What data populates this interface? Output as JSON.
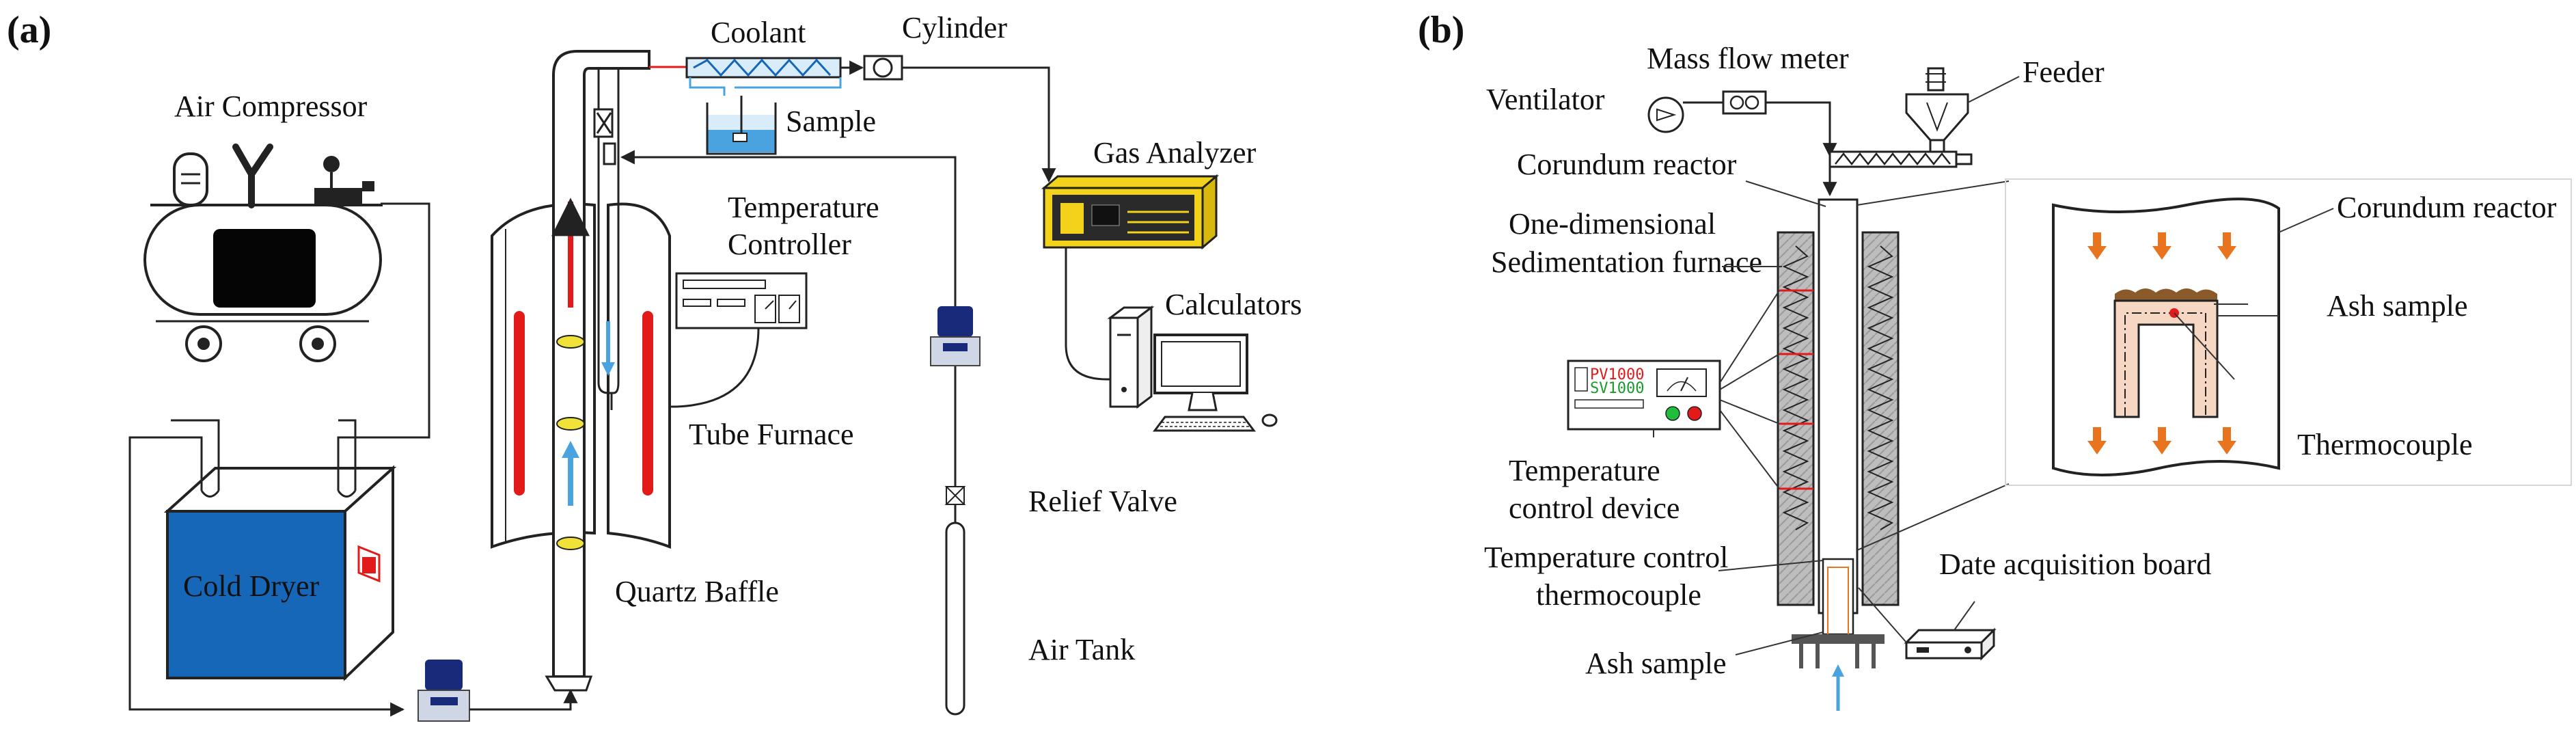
{
  "panel_a": {
    "tag": "(a)",
    "labels": {
      "air_compressor": "Air Compressor",
      "coolant": "Coolant",
      "cylinder": "Cylinder",
      "sample": "Sample",
      "gas_analyzer": "Gas Analyzer",
      "temperature_controller_line1": "Temperature",
      "temperature_controller_line2": "Controller",
      "calculators": "Calculators",
      "tube_furnace": "Tube Furnace",
      "relief_valve": "Relief Valve",
      "cold_dryer": "Cold Dryer",
      "quartz_baffle": "Quartz Baffle",
      "air_tank": "Air Tank"
    }
  },
  "panel_b": {
    "tag": "(b)",
    "labels": {
      "ventilator": "Ventilator",
      "mass_flow_meter": "Mass flow meter",
      "feeder": "Feeder",
      "corundum_reactor": "Corundum reactor",
      "sed_furnace_line1": "One-dimensional",
      "sed_furnace_line2": "Sedimentation furnace",
      "temp_control_device_line1": "Temperature",
      "temp_control_device_line2": "control device",
      "temp_control_tc_line1": "Temperature control",
      "temp_control_tc_line2": "thermocouple",
      "ash_sample": "Ash sample",
      "date_acquisition_board": "Date acquisition board",
      "inset_corundum_reactor": "Corundum reactor",
      "inset_ash_sample": "Ash sample",
      "inset_thermocouple": "Thermocouple"
    },
    "controller_display": {
      "pv": "PV1000",
      "sv": "SV1000"
    }
  },
  "colors": {
    "heater_red": "#e21a1a",
    "flow_blue": "#4aa3df",
    "dryer_blue": "#1767b8",
    "analyzer_yellow": "#f2d21b",
    "arrow_orange": "#e8741e",
    "sample_peach": "#f6d7c3",
    "baffle_yellow": "#f1e23a"
  }
}
